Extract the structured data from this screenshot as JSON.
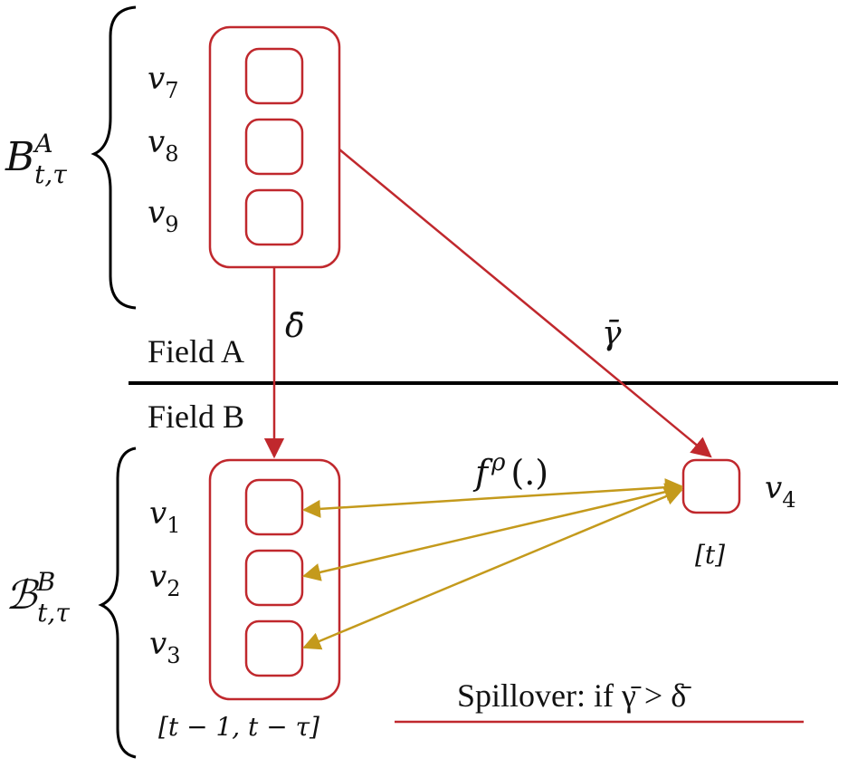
{
  "colors": {
    "box": "#c0282d",
    "edge_red": "#c0282d",
    "edge_gold": "#c49a1c",
    "text": "#111111",
    "divider": "#000000"
  },
  "fields": {
    "top_label": "Field A",
    "bottom_label": "Field B"
  },
  "group_a": {
    "label_base": "B",
    "label_sup": "A",
    "label_sub": "t,τ",
    "nodes": [
      {
        "base": "v",
        "sub": "7"
      },
      {
        "base": "v",
        "sub": "8"
      },
      {
        "base": "v",
        "sub": "9"
      }
    ]
  },
  "group_b": {
    "label_base": "ℬ",
    "label_sup": "B",
    "label_sub": "t,τ",
    "nodes": [
      {
        "base": "v",
        "sub": "1"
      },
      {
        "base": "v",
        "sub": "2"
      },
      {
        "base": "v",
        "sub": "3"
      }
    ],
    "time_label": "[t − 1, t − τ]"
  },
  "target": {
    "base": "v",
    "sub": "4",
    "time_label": "[t]"
  },
  "edges": {
    "delta_label": "δ̄",
    "gamma_label": "γ̄",
    "f_label_base": "f",
    "f_label_sup": "ρ",
    "f_label_arg": "(.)"
  },
  "legend": {
    "text": "Spillover: if γ̄ > δ̄"
  }
}
